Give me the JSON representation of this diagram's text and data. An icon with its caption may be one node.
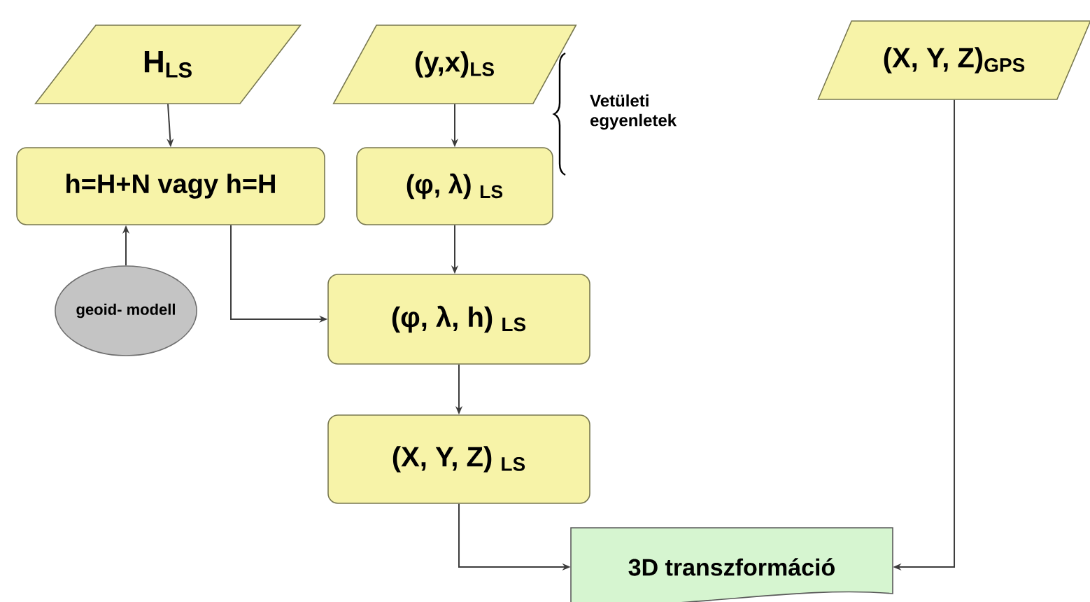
{
  "diagram": {
    "nodes": [
      {
        "text": [
          "H$_{LS}$"
        ]
      },
      {
        "text": [
          "(y,x)$_{LS}$"
        ]
      },
      {
        "text": [
          "(X, Y, Z)$_{GPS}$"
        ]
      },
      {
        "text": [
          "h=H+N vagy h=H"
        ]
      },
      {
        "text": [
          "(φ, λ) $_{LS}$"
        ]
      },
      {
        "text": [
          "geoid- modell"
        ]
      },
      {
        "text": [
          "(φ, λ, h) $_{LS}$"
        ]
      },
      {
        "text": [
          "(X, Y, Z) $_{LS}$"
        ]
      },
      {
        "text": [
          "3D transzformáció"
        ]
      }
    ],
    "edges": [
      {
        "from": 0,
        "to": 3,
        "arrow": "to"
      },
      {
        "from": 1,
        "to": 4,
        "arrow": "to"
      },
      {
        "from": 4,
        "to": 6,
        "arrow": "to"
      },
      {
        "from": 5,
        "to": 3,
        "arrow": "to"
      },
      {
        "from": 3,
        "to": 6,
        "arrow": "to"
      },
      {
        "from": 6,
        "to": 7,
        "arrow": "to"
      },
      {
        "from": 7,
        "to": 8,
        "arrow": "to"
      },
      {
        "from": 2,
        "to": 8,
        "arrow": "to"
      }
    ],
    "labels": [
      "Vetületi egyenletek"
    ]
  }
}
